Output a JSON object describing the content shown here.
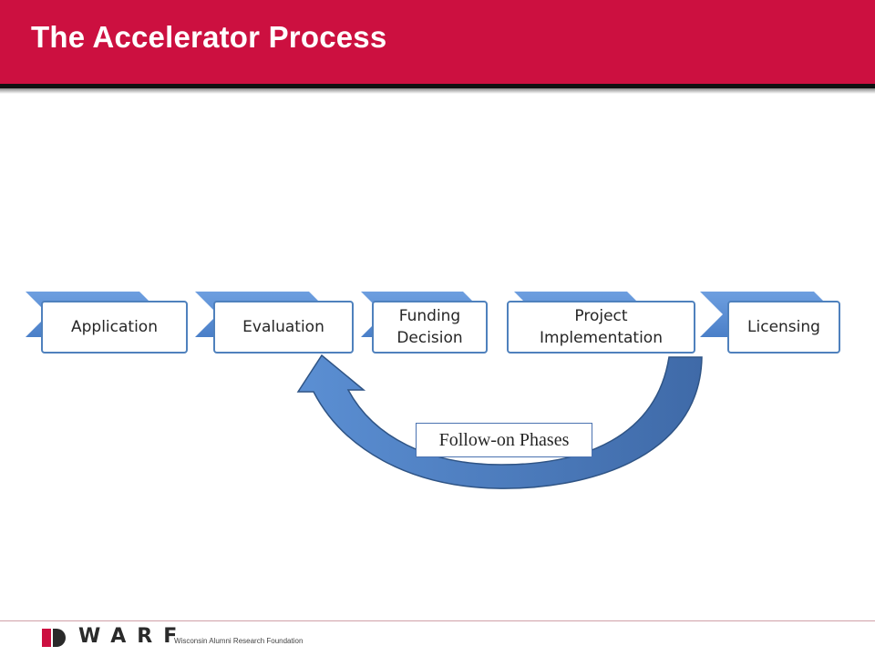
{
  "slide": {
    "title": "The Accelerator Process"
  },
  "process": {
    "steps": [
      {
        "label": "Application"
      },
      {
        "label": "Evaluation"
      },
      {
        "label": "Funding Decision"
      },
      {
        "label": "Project Implementation"
      },
      {
        "label": "Licensing"
      }
    ],
    "loop_note": "Follow-on Phases"
  },
  "colors": {
    "header": "#cc1040",
    "chevron": "#5a8fd6",
    "box_border": "#4f81bd",
    "arrow_fill": "#4f80c4",
    "arrow_edge": "#2f5485"
  },
  "footer": {
    "logo_word": "WARF",
    "logo_tagline": "Wisconsin Alumni Research Foundation"
  }
}
